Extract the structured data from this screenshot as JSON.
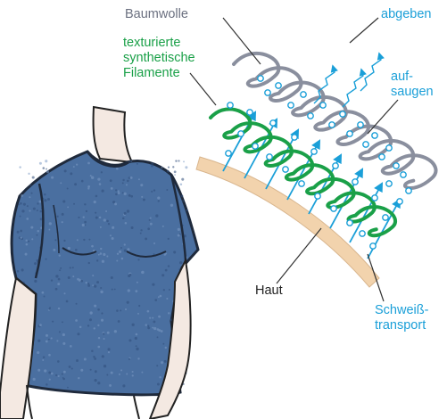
{
  "colors": {
    "cotton": "#8a8f9e",
    "synthetic": "#1aa048",
    "water": "#1a9fd8",
    "skin": "#f2d3ad",
    "shirt": "#4a6fa0",
    "label_gray": "#6b7080",
    "label_green": "#1aa048",
    "label_blue": "#1a9fd8",
    "label_black": "#222222"
  },
  "labels": {
    "cotton": "Baumwolle",
    "synthetic": [
      "texturierte",
      "synthetische",
      "Filamente"
    ],
    "evaporate": "abgeben",
    "absorb": [
      "auf-",
      "saugen"
    ],
    "skin": "Haut",
    "sweat_transport": [
      "Schweiß-",
      "transport"
    ]
  },
  "icons": {
    "figure": "t-shirt-wearer-illustration",
    "cotton_coil": "cotton-fiber-coil",
    "synthetic_coil": "synthetic-filament-coil",
    "droplet": "water-droplet",
    "arrow": "moisture-arrow",
    "vapor": "vapor-wave"
  }
}
